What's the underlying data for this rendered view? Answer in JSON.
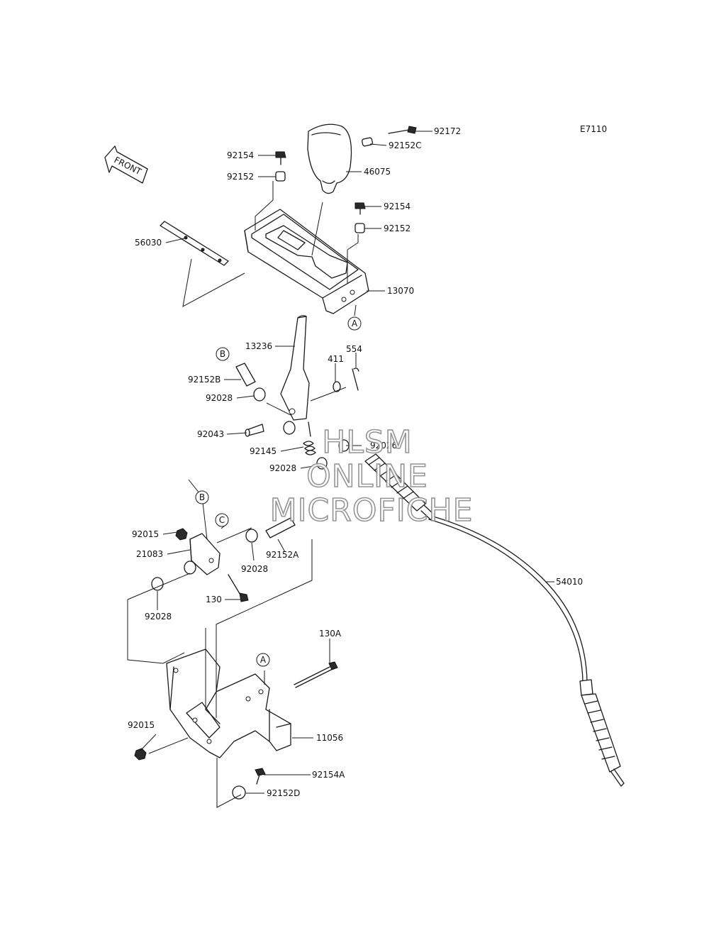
{
  "diagram": {
    "code": "E7110",
    "front_label": "FRONT",
    "callouts": {
      "92172": "92172",
      "92152C": "92152C",
      "46075": "46075",
      "92154_top": "92154",
      "92152_top": "92152",
      "92154_mid": "92154",
      "92152_mid": "92152",
      "56030": "56030",
      "13070": "13070",
      "13236": "13236",
      "554": "554",
      "411": "411",
      "92152B": "92152B",
      "92028_a": "92028",
      "92043": "92043",
      "92145": "92145",
      "92026": "92026",
      "92028_b": "92028",
      "92015_a": "92015",
      "21083": "21083",
      "92028_c": "92028",
      "92152A": "92152A",
      "92028_d": "92028",
      "130": "130",
      "54010": "54010",
      "130A": "130A",
      "92015_b": "92015",
      "11056": "11056",
      "92154A": "92154A",
      "92152D": "92152D"
    },
    "ref_markers": {
      "A_top": "A",
      "A_bottom": "A",
      "B_top": "B",
      "B_bottom": "B",
      "C": "C"
    }
  },
  "watermark": {
    "line1": "HLSM",
    "line2": "ONLINE",
    "line3": "MICROFICHE"
  }
}
